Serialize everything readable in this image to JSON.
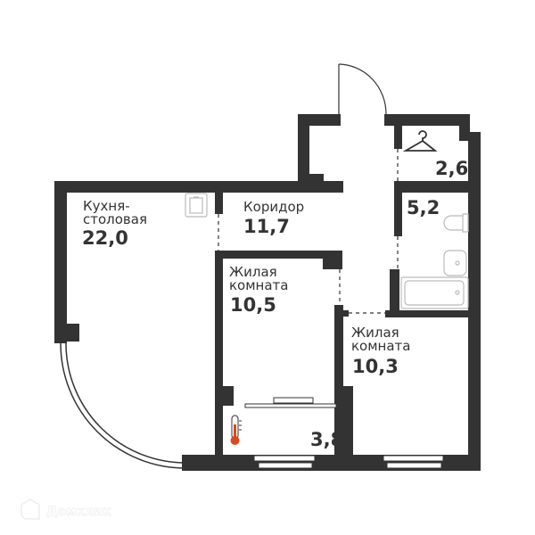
{
  "rooms": {
    "kitchen": {
      "label_line1": "Кухня-",
      "label_line2": "столовая",
      "area": "22,0"
    },
    "corridor": {
      "label": "Коридор",
      "area": "11,7"
    },
    "living1": {
      "label_line1": "Жилая",
      "label_line2": "комната",
      "area": "10,5"
    },
    "living2": {
      "label_line1": "Жилая",
      "label_line2": "комната",
      "area": "10,3"
    },
    "wardrobe": {
      "area": "2,6"
    },
    "bathroom": {
      "area": "5,2"
    },
    "balcony": {
      "area": "3,8"
    }
  },
  "watermark": "Домклик",
  "colors": {
    "wall": "#333333",
    "fixture": "#bbbbbb",
    "thermometer": "#e0461c"
  }
}
